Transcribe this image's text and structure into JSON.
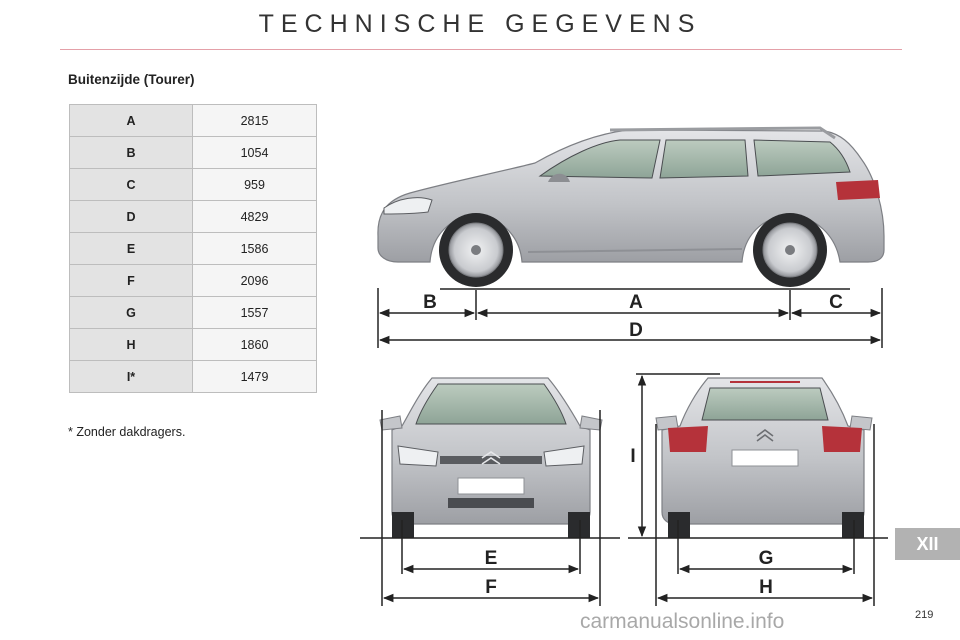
{
  "header": {
    "title": "TECHNISCHE GEGEVENS"
  },
  "section": {
    "subtitle": "Buitenzijde (Tourer)"
  },
  "specs": [
    {
      "key": "A",
      "value": "2815"
    },
    {
      "key": "B",
      "value": "1054"
    },
    {
      "key": "C",
      "value": "959"
    },
    {
      "key": "D",
      "value": "4829"
    },
    {
      "key": "E",
      "value": "1586"
    },
    {
      "key": "F",
      "value": "2096"
    },
    {
      "key": "G",
      "value": "1557"
    },
    {
      "key": "H",
      "value": "1860"
    },
    {
      "key": "I*",
      "value": "1479"
    }
  ],
  "footnote": "* Zonder dakdragers.",
  "diagram_labels": {
    "A": "A",
    "B": "B",
    "C": "C",
    "D": "D",
    "E": "E",
    "F": "F",
    "G": "G",
    "H": "H",
    "I": "I"
  },
  "chapter": "XII",
  "page_number": "219",
  "watermark": "carmanualsonline.info",
  "colors": {
    "car_body": "#c4c6ca",
    "glass": "#9fb3a6",
    "rule": "#e4a0a8",
    "tab": "#b2b2b2"
  }
}
